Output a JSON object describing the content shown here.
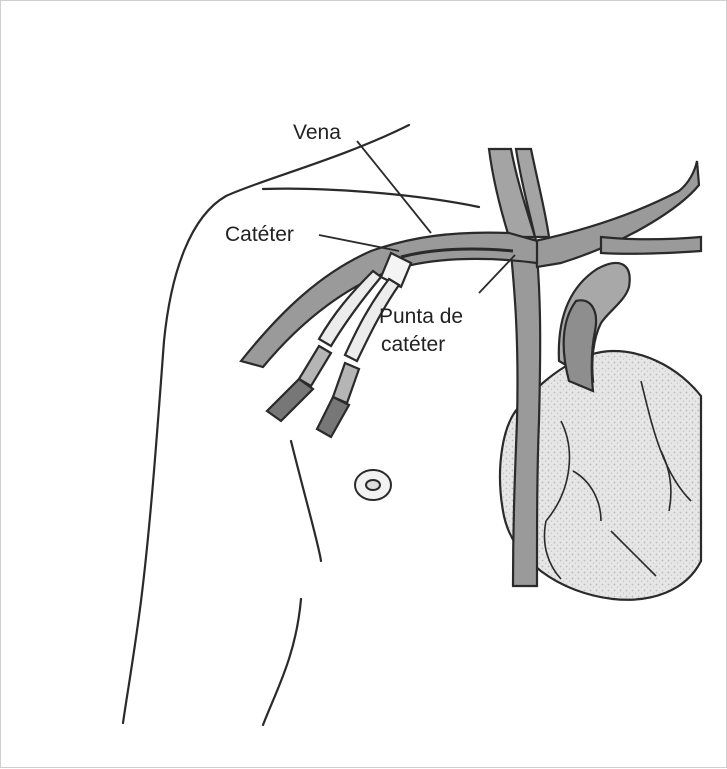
{
  "labels": {
    "vein": "Vena",
    "catheter": "Catéter",
    "catheter_tip_line1": "Punta de",
    "catheter_tip_line2": "catéter"
  },
  "colors": {
    "line": "#2a2a2a",
    "vessel_fill": "#9a9a9a",
    "vessel_dark": "#6e6e6e",
    "heart_fill": "#e4e4e4",
    "frame_border": "#cfcfcf"
  }
}
